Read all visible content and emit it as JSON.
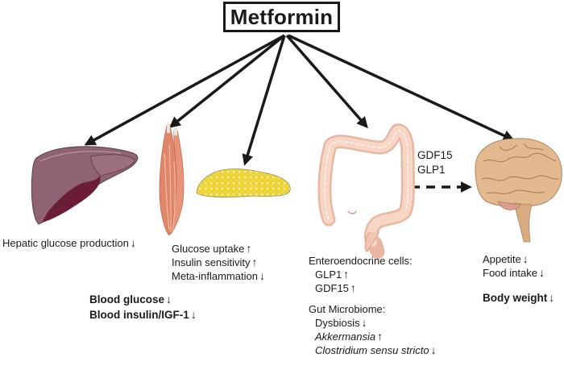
{
  "title": "Metformin",
  "organs": {
    "liver": {
      "name": "liver",
      "effects": [
        {
          "text": "Hepatic glucose production",
          "dir": "↓"
        }
      ]
    },
    "muscle_fat": {
      "name": "muscle and adipose tissue",
      "effects": [
        {
          "text": "Glucose uptake",
          "dir": "↑"
        },
        {
          "text": "Insulin sensitivity",
          "dir": "↑"
        },
        {
          "text": "Meta-inflammation",
          "dir": "↓"
        }
      ]
    },
    "systemic": {
      "effects": [
        {
          "text": "Blood glucose",
          "dir": "↓"
        },
        {
          "text": "Blood insulin/IGF-1",
          "dir": "↓"
        }
      ]
    },
    "gut": {
      "name": "intestine",
      "enteroendocrine_header": "Enteroendocrine cells:",
      "enteroendocrine": [
        {
          "text": "GLP1",
          "dir": "↑"
        },
        {
          "text": "GDF15",
          "dir": "↑"
        }
      ],
      "microbiome_header": "Gut Microbiome:",
      "microbiome": [
        {
          "text": "Dysbiosis",
          "dir": "↓"
        },
        {
          "text": "Akkermansia",
          "dir": "↑"
        },
        {
          "text": "Clostridium sensu stricto",
          "dir": "↓"
        }
      ],
      "signals": [
        "GDF15",
        "GLP1"
      ]
    },
    "brain": {
      "name": "brain",
      "effects": [
        {
          "text": "Appetite",
          "dir": "↓"
        },
        {
          "text": "Food intake",
          "dir": "↓"
        }
      ],
      "outcome": {
        "text": "Body weight",
        "dir": "↓"
      }
    }
  },
  "colors": {
    "liver": "#8a5a6a",
    "liver_dark": "#6b1d35",
    "muscle": "#e0876a",
    "fat": "#f2d93a",
    "gut": "#f5c9b4",
    "brain": "#e0b286",
    "arrow": "#1a1a1a"
  }
}
